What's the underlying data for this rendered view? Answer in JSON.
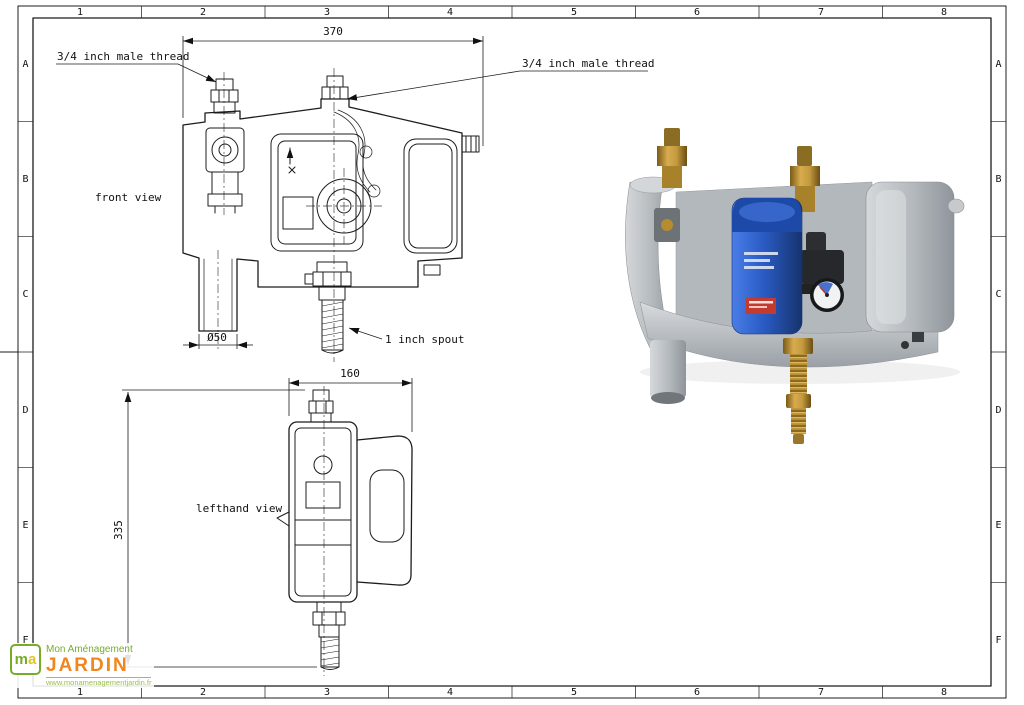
{
  "sheet": {
    "column_labels": [
      "1",
      "2",
      "3",
      "4",
      "5",
      "6",
      "7",
      "8"
    ],
    "row_labels": [
      "A",
      "B",
      "C",
      "D",
      "E",
      "F"
    ]
  },
  "front_view": {
    "caption": "front view",
    "dim_width": "370",
    "thread_label_left": "3/4 inch male thread",
    "thread_label_right": "3/4 inch male thread",
    "diameter_label": "Ø50",
    "spout_label": "1 inch spout"
  },
  "lefthand_view": {
    "caption": "lefthand view",
    "dim_width": "160",
    "dim_height": "335"
  },
  "render_3d": {
    "colors": {
      "body_grey": "#b7bcc0",
      "pump_blue": "#2a5bc4",
      "brass": "#b68c2f",
      "gauge_face": "#f0f2f4",
      "label_red": "#c23b2e"
    }
  },
  "watermark": {
    "logo_m": "m",
    "logo_a": "a",
    "brand_line1": "Mon Aménagement",
    "brand_line2": "JARDIN",
    "url": "www.monamenagementjardin.fr",
    "colors": {
      "green": "#76ac29",
      "orange": "#f0861d",
      "yellow": "#e5c224"
    }
  }
}
